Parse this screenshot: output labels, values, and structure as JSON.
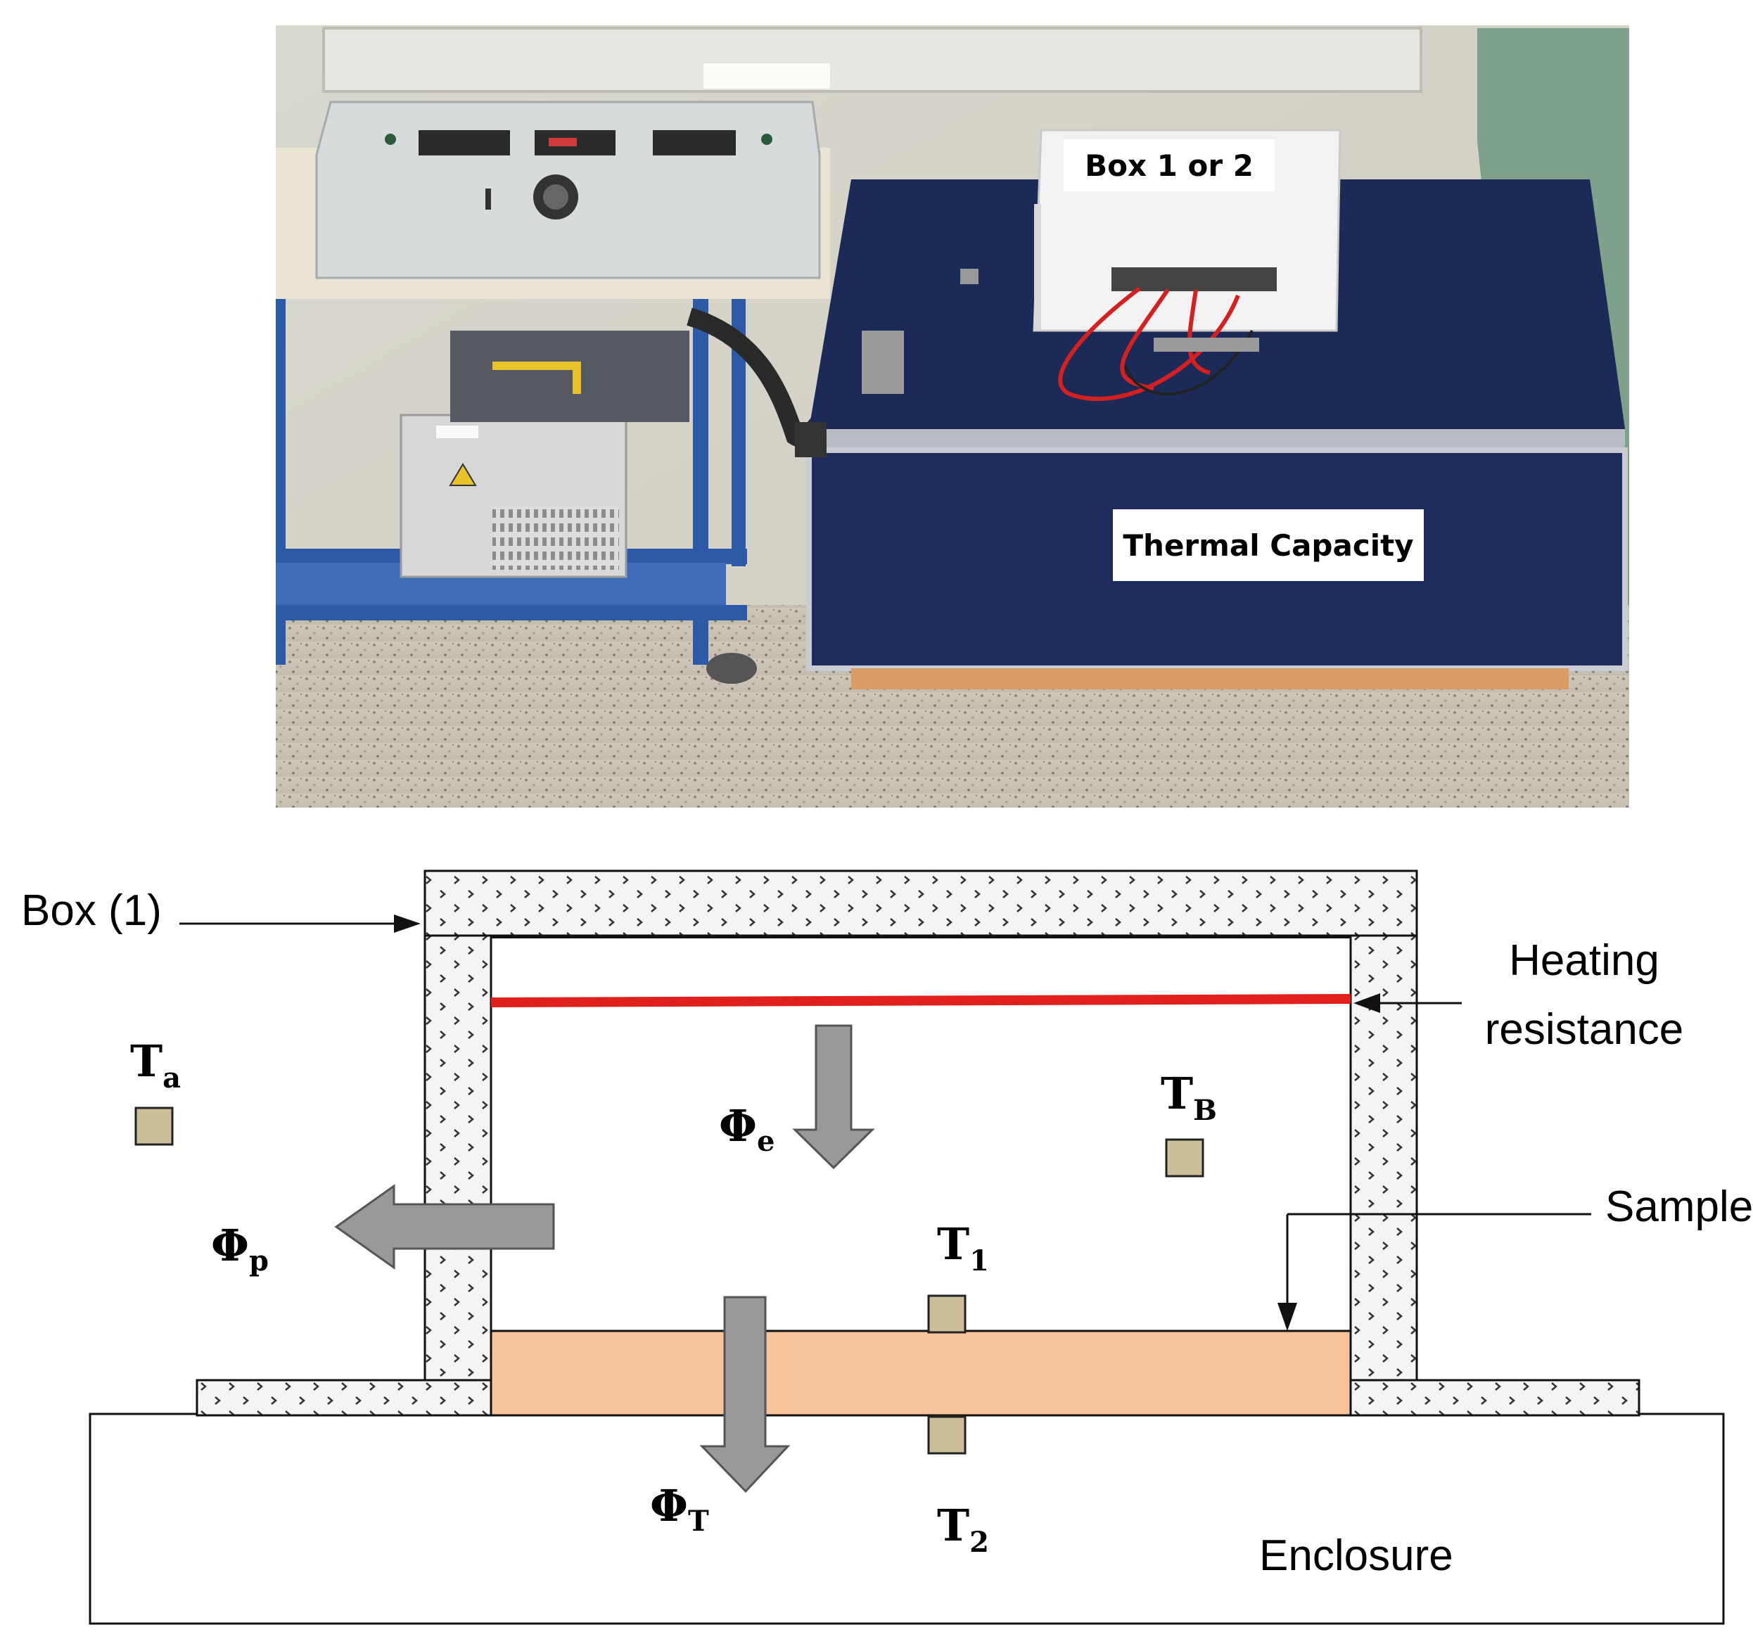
{
  "photo": {
    "box_label": "Box 1 or 2",
    "thermal_label": "Thermal Capacity"
  },
  "diagram": {
    "box_label": "Box (1)",
    "heating_label_line1": "Heating",
    "heating_label_line2": "resistance",
    "sample_label": "Sample",
    "enclosure_label": "Enclosure",
    "sensors": {
      "ta": {
        "base": "T",
        "sub": "a"
      },
      "tb": {
        "base": "T",
        "sub": "B"
      },
      "t1": {
        "base": "T",
        "sub": "1"
      },
      "t2": {
        "base": "T",
        "sub": "2"
      }
    },
    "fluxes": {
      "phi_e": {
        "base": "Φ",
        "sub": "e"
      },
      "phi_p": {
        "base": "Φ",
        "sub": "p"
      },
      "phi_t": {
        "base": "Φ",
        "sub": "T"
      }
    },
    "colors": {
      "heater": "#e0201c",
      "sample": "#f9c49a",
      "sensor": "#cbbf9a",
      "arrow": "#999999",
      "insulation": "#f4f4f4"
    }
  }
}
